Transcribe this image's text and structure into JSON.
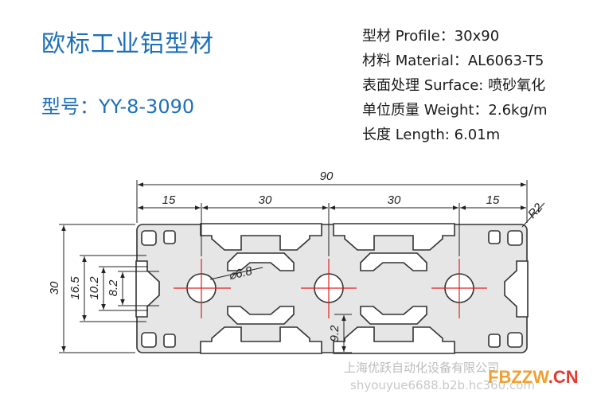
{
  "header": {
    "title": "欧标工业铝型材",
    "model_label": "型号：YY-8-3090"
  },
  "specs": [
    {
      "text": "型材 Profile：30x90"
    },
    {
      "text": "材料 Material：AL6063-T5"
    },
    {
      "text": "表面处理 Surface: 喷砂氧化"
    },
    {
      "text": "单位质量 Weight：2.6kg/m"
    },
    {
      "text": "长度 Length: 6.01m"
    }
  ],
  "dimensions": {
    "overall_width": "90",
    "segment_1": "15",
    "segment_2": "30",
    "segment_3": "30",
    "segment_4": "15",
    "height": "30",
    "slot_outer": "16.5",
    "slot_mid": "10.2",
    "slot_inner": "8.2",
    "hole_diameter": "⌀6.8",
    "lip_depth": "9.2",
    "corner_radius": "R2"
  },
  "footer": {
    "company": "上海优跃自动化设备有限公司",
    "url": "shyouyue6688.b2b.hc360.com",
    "badge_left": "FBZZW",
    "badge_right": ".CN"
  },
  "colors": {
    "title_blue": "#1e6fb8",
    "profile_fill": "#e6e6e6",
    "centerline_red": "#e02020"
  }
}
